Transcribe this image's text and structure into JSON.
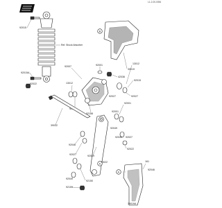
{
  "doc_code": "L1-2-00-0054",
  "labels": {
    "p92015_a": "92015",
    "p92015_b": "92015",
    "p92015a": "92015A",
    "p92022": "92022",
    "p39032": "39032",
    "p39019": "39019",
    "p92027_a": "92027",
    "p92027_b": "92027",
    "p92027_c": "92027",
    "p92046_a": "92046",
    "p92046_b": "92046",
    "p92049_a": "92049",
    "p92049_b": "92049",
    "p92049_c": "92049",
    "p13012": "13012",
    "p42036": "42036",
    "p92001_a": "92001",
    "p92001_b": "92001",
    "p92001_c": "92001",
    "p92001_d": "92001",
    "p92007": "92007",
    "p92158": "92158",
    "p92150": "92150",
    "p92159": "92159",
    "p39019a": "39019A",
    "p43022": "43022",
    "p92022_b": "92022",
    "p92046_c": "92046",
    "p161": "161"
  },
  "annotations": {
    "shock_ref": "Ref. Shock Absorber"
  },
  "callouts": {
    "a": "A",
    "b": "B"
  }
}
